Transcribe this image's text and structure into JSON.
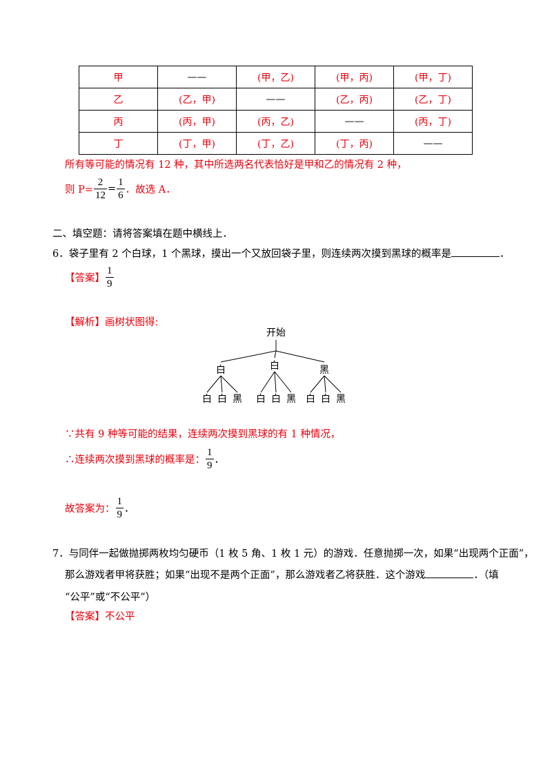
{
  "table": {
    "rows": [
      [
        "甲",
        "——",
        "(甲，乙)",
        "(甲，丙)",
        "(甲，丁)"
      ],
      [
        "乙",
        "(乙，甲)",
        "——",
        "(乙，丙)",
        "(乙，丁)"
      ],
      [
        "丙",
        "(丙，甲)",
        "(丙，乙)",
        "——",
        "(丙，丁)"
      ],
      [
        "丁",
        "(丁，甲)",
        "(丁，乙)",
        "(丁，丙)",
        "——"
      ]
    ]
  },
  "q5": {
    "line1": "所有等可能的情况有 12 种，其中所选两名代表恰好是甲和乙的情况有 2 种，",
    "line2_prefix": "则 P=",
    "frac1_num": "2",
    "frac1_den": "12",
    "equals": "=",
    "frac2_num": "1",
    "frac2_den": "6",
    "line2_suffix": "．故选 A．"
  },
  "section2": {
    "heading": "二、填空题：请将答案填在题中横线上．"
  },
  "q6": {
    "number": "6．",
    "stem": "袋子里有 2 个白球，1 个黑球，摸出一个又放回袋子里，则连续两次摸到黑球的概率是",
    "stem_end": "．",
    "answer_label": "【答案】",
    "answer_num": "1",
    "answer_den": "9",
    "analysis_label": "【解析】",
    "analysis_text": "画树状图得:",
    "tree": {
      "root": "开始",
      "level1": [
        "白",
        "白",
        "黑"
      ],
      "level2": [
        "白",
        "白",
        "黑",
        "白",
        "白",
        "黑",
        "白",
        "白",
        "黑"
      ]
    },
    "because": "∵共有 9 种等可能的结果，连续两次摸到黑球的有 1 种情况，",
    "therefore": "∴连续两次摸到黑球的概率是：",
    "therefore_num": "1",
    "therefore_den": "9",
    "therefore_end": "．",
    "final": "故答案为：",
    "final_num": "1",
    "final_den": "9",
    "final_end": "．"
  },
  "q7": {
    "number": "7．",
    "line1": "与同伴一起做抛掷两枚均匀硬币（1 枚 5 角、1 枚 1 元）的游戏．任意抛掷一次，如果“出现两个正面”，",
    "line2_prefix": "那么游戏者甲将获胜；如果“出现不是两个正面”，那么游戏者乙将获胜．这个游戏",
    "line2_suffix": "．（填",
    "line3": "“公平”或“不公平”）",
    "answer_label": "【答案】",
    "answer_text": "不公平"
  }
}
